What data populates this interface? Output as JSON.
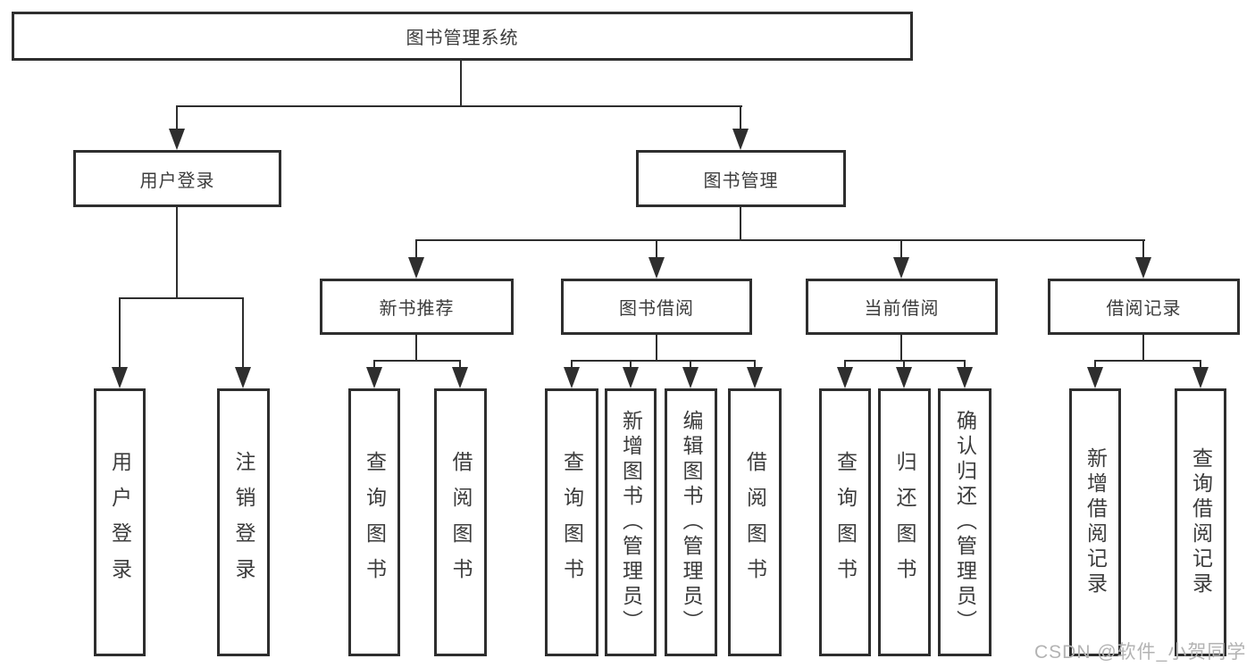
{
  "diagram": {
    "root": {
      "label": "图书管理系统"
    },
    "branches": [
      {
        "label": "用户登录",
        "children": [
          {
            "label": "用户登录"
          },
          {
            "label": "注销登录"
          }
        ]
      },
      {
        "label": "图书管理",
        "sections": [
          {
            "label": "新书推荐",
            "children": [
              {
                "label": "查询图书"
              },
              {
                "label": "借阅图书"
              }
            ]
          },
          {
            "label": "图书借阅",
            "children": [
              {
                "label": "查询图书"
              },
              {
                "label": "新增图书（管理员）"
              },
              {
                "label": "编辑图书（管理员）"
              },
              {
                "label": "借阅图书"
              }
            ]
          },
          {
            "label": "当前借阅",
            "children": [
              {
                "label": "查询图书"
              },
              {
                "label": "归还图书"
              },
              {
                "label": "确认归还（管理员）"
              }
            ]
          },
          {
            "label": "借阅记录",
            "children": [
              {
                "label": "新增借阅记录"
              },
              {
                "label": "查询借阅记录"
              }
            ]
          }
        ]
      }
    ]
  },
  "watermark": {
    "text": "CSDN @软件_小贺同学"
  },
  "colors": {
    "line": "#2e2e2e",
    "text": "#3c3c3c",
    "watermark": "#b3b3b3",
    "background": "#ffffff"
  }
}
